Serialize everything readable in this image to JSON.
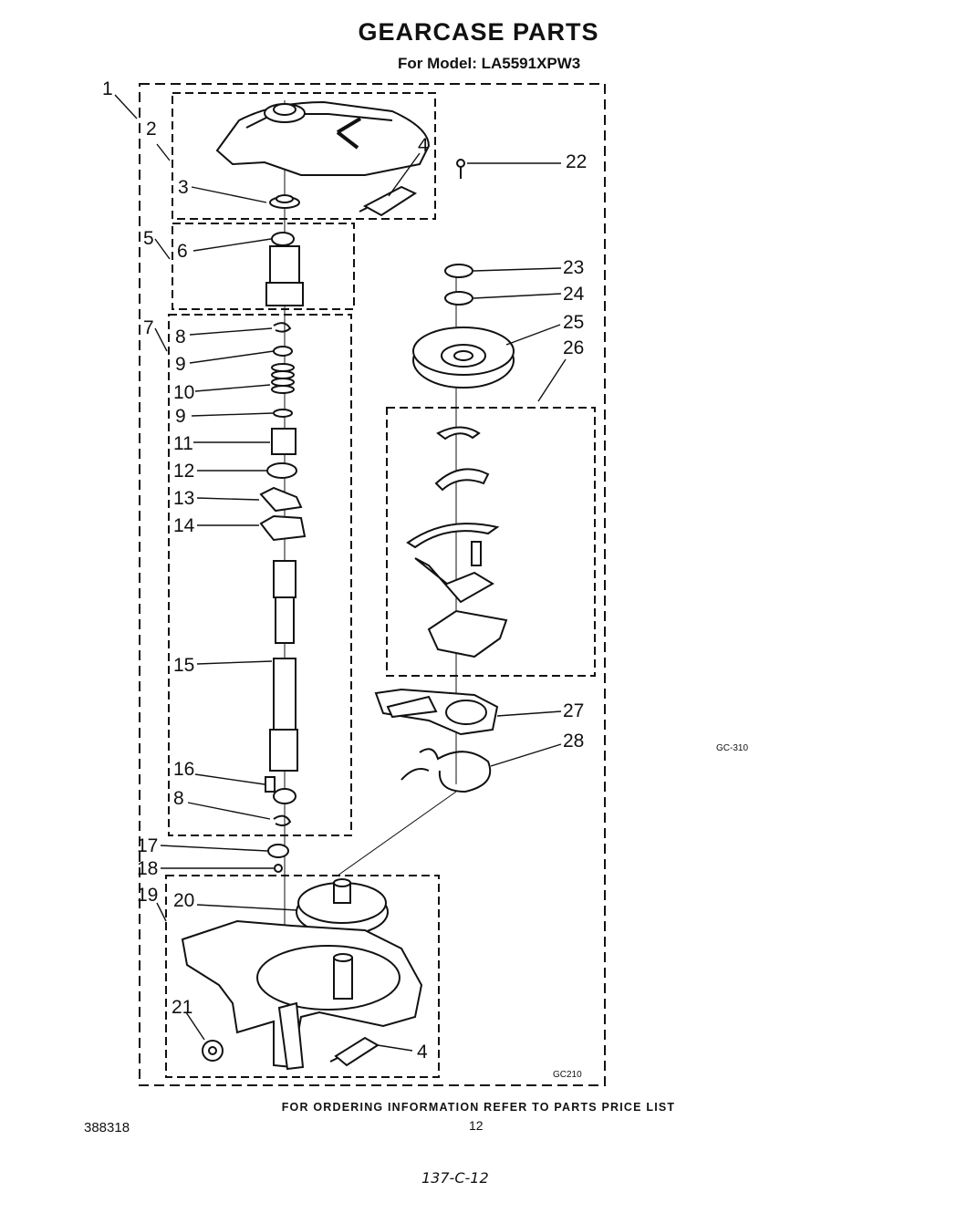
{
  "header": {
    "title": "GEARCASE PARTS",
    "model_line": "For Model: LA5591XPW3"
  },
  "callouts": {
    "n1": "1",
    "n2": "2",
    "n3": "3",
    "n4a": "4",
    "n4b": "4",
    "n5": "5",
    "n6": "6",
    "n7": "7",
    "n8a": "8",
    "n8b": "8",
    "n9a": "9",
    "n9b": "9",
    "n10": "10",
    "n11": "11",
    "n12": "12",
    "n13": "13",
    "n14": "14",
    "n15": "15",
    "n16": "16",
    "n17": "17",
    "n18": "18",
    "n19": "19",
    "n20": "20",
    "n21": "21",
    "n22": "22",
    "n23": "23",
    "n24": "24",
    "n25": "25",
    "n26": "26",
    "n27": "27",
    "n28": "28"
  },
  "codes": {
    "figure_code_side": "GC-310",
    "figure_code_box": "GC210"
  },
  "footer": {
    "ordering_info": "FOR ORDERING INFORMATION REFER TO PARTS PRICE LIST",
    "document_number": "388318",
    "page_number": "12",
    "handwritten_note": "137-C-12"
  }
}
